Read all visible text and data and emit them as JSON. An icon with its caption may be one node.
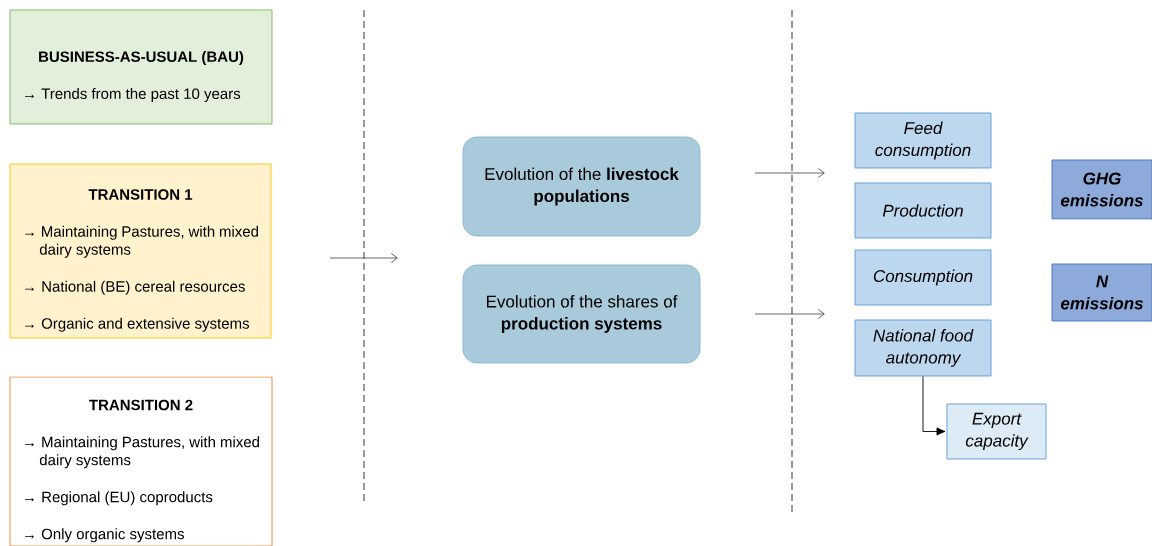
{
  "diagram": {
    "nodes": [
      {
        "text": [
          "BUSINESS-AS-USUAL (BAU)",
          "→ Trends from the past 10 years"
        ]
      },
      {
        "text": [
          "TRANSITION 1",
          "→ Maintaining Pastures, with mixed dairy systems",
          "→ National (BE) cereal resources",
          "→ Organic and extensive systems"
        ]
      },
      {
        "text": [
          "TRANSITION 2",
          "→ Maintaining Pastures, with mixed dairy systems",
          "→ Regional (EU) coproducts",
          "→ Only organic systems"
        ]
      },
      {
        "text": [
          "Evolution of the **livestock populations**"
        ]
      },
      {
        "text": [
          "Evolution of the shares of **production systems**"
        ]
      },
      {
        "text": [
          "Feed consumption"
        ]
      },
      {
        "text": [
          "Production"
        ]
      },
      {
        "text": [
          "Consumption"
        ]
      },
      {
        "text": [
          "National food autonomy"
        ]
      },
      {
        "text": [
          "GHG emissions"
        ]
      },
      {
        "text": [
          "N emissions"
        ]
      },
      {
        "text": [
          "Export capacity"
        ]
      }
    ],
    "edges": [
      {
        "from": 8,
        "to": 11,
        "arrow": "to"
      }
    ]
  }
}
